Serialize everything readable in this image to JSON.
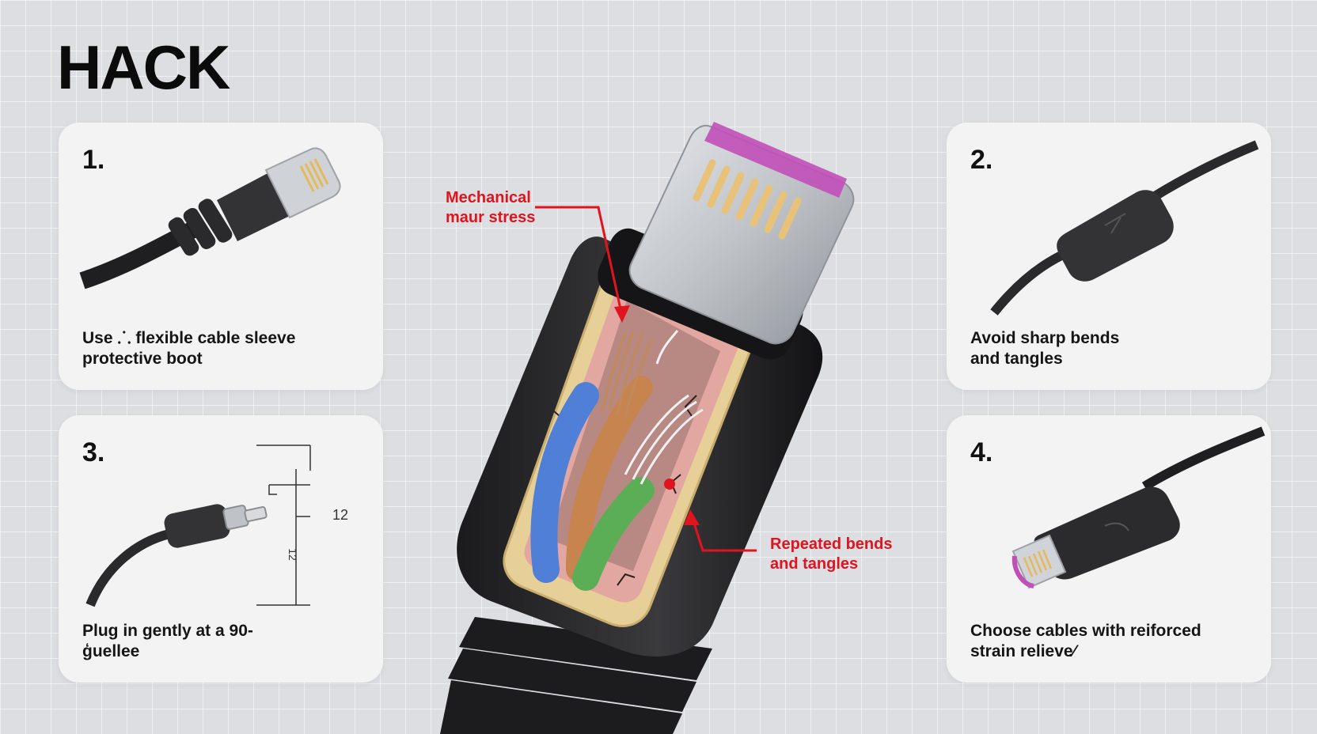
{
  "title": "HACK",
  "cards": [
    {
      "number": "1.",
      "caption": [
        "Use ⸫ flexible cable sleeve",
        "protective boot"
      ]
    },
    {
      "number": "2.",
      "caption": [
        "Avoid sharp bends",
        "and tangles"
      ]
    },
    {
      "number": "3.",
      "caption": [
        "Plug in gently at a 90-",
        "ģuellee"
      ],
      "dimension_label": "12",
      "dimension_side_label": "12"
    },
    {
      "number": "4.",
      "caption": [
        "Choose cables with reiforced",
        "strain relievе⁄"
      ]
    }
  ],
  "callouts": {
    "mechanical": [
      "Mechanical",
      "maur stress"
    ],
    "repeated": [
      "Repeated bends",
      "and tangles"
    ]
  },
  "colors": {
    "accent_red": "#e0141e",
    "cable_black": "#2b2b2d",
    "connector_silver": "#c9ccd1",
    "contact_gold": "#e9c27a",
    "usb_c_magenta": "#c14fb8",
    "wire_blue": "#4f7fd6",
    "wire_green": "#5cae56",
    "wire_copper": "#c8844e",
    "inner_jacket_pink": "#e2a7a0",
    "sheath_tan": "#e7cf98"
  },
  "icons": [
    "lightning-connector-icon",
    "cable-strain-relief-icon",
    "usb-c-connector-icon",
    "dimension-marker-icon",
    "arrow-icon"
  ]
}
